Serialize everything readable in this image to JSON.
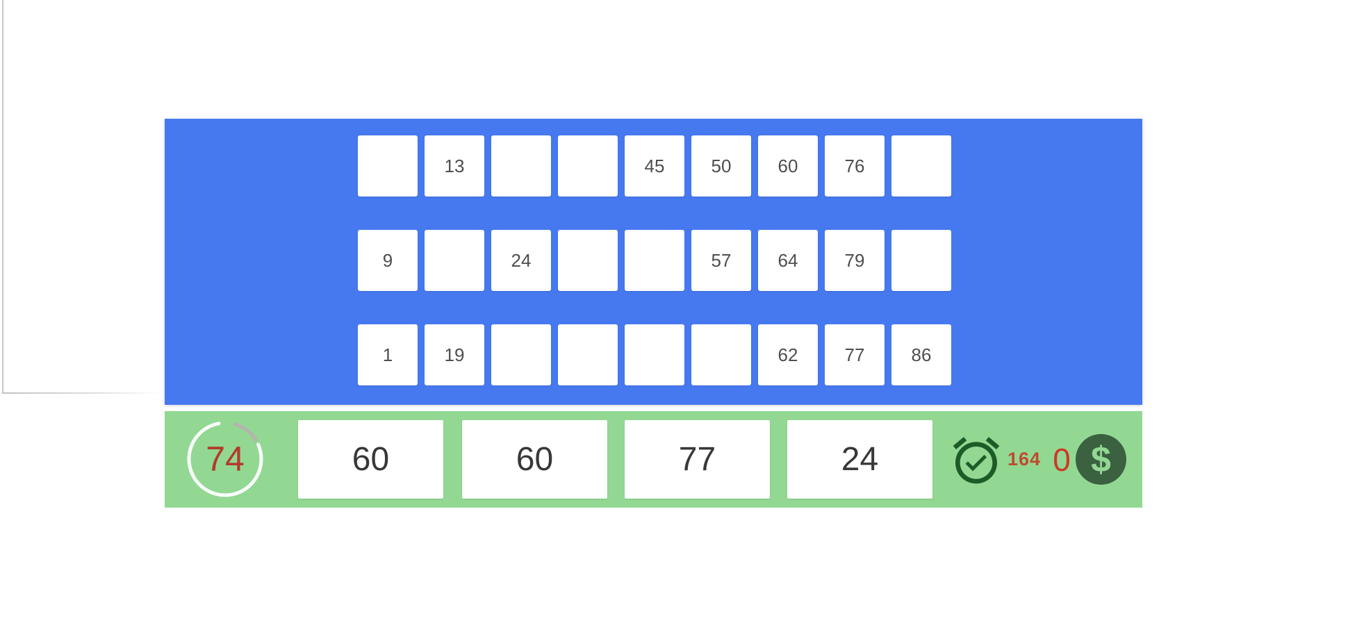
{
  "game": {
    "board": {
      "rows": [
        [
          "",
          "13",
          "",
          "",
          "45",
          "50",
          "60",
          "76",
          ""
        ],
        [
          "9",
          "",
          "24",
          "",
          "",
          "57",
          "64",
          "79",
          ""
        ],
        [
          "1",
          "19",
          "",
          "",
          "",
          "",
          "62",
          "77",
          "86"
        ]
      ]
    },
    "footer": {
      "current_number": "74",
      "called_numbers": [
        "60",
        "60",
        "77",
        "24"
      ],
      "timer_count": "164",
      "score": "0",
      "dollar_symbol": "$"
    }
  },
  "icons": {
    "countdown_ring": "countdown-ring-icon",
    "alarm": "alarm-check-icon",
    "coin": "dollar-coin-icon"
  },
  "colors": {
    "board_blue": "#4679f0",
    "bar_green": "#92d893",
    "current_number_red": "#b4392b",
    "timer_count_red": "#bd4c2e",
    "score_red": "#cd3826",
    "alarm_icon_green": "#1d5c26",
    "coin_dark_green": "#3b6141",
    "ring_gray_segment": "#b7b2ad",
    "cell_text_gray": "#4e4e4e"
  }
}
